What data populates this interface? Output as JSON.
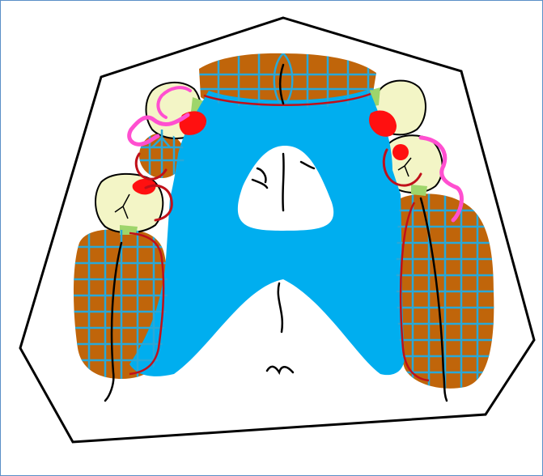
{
  "diagram": {
    "colors": {
      "frame_border": "#5b8fc7",
      "cast_outline": "#000000",
      "connector": "#00aeef",
      "base": "#c0650a",
      "mesh": "#29a8d8",
      "border_line": "#c0101a",
      "rest": "#ff1010",
      "clasp": "#ff4fd0",
      "tooth": "#f3f5c6",
      "guide_plane": "#9ed56b",
      "midline": "#000000"
    },
    "elements": [
      "cast-outline",
      "major-connector",
      "anterior-denture-base",
      "left-posterior-denture-base",
      "right-posterior-denture-base",
      "left-premolar-base",
      "abutment-teeth",
      "occlusal-rests",
      "clasp-arms",
      "retention-mesh",
      "palatal-midline",
      "rugae"
    ]
  }
}
